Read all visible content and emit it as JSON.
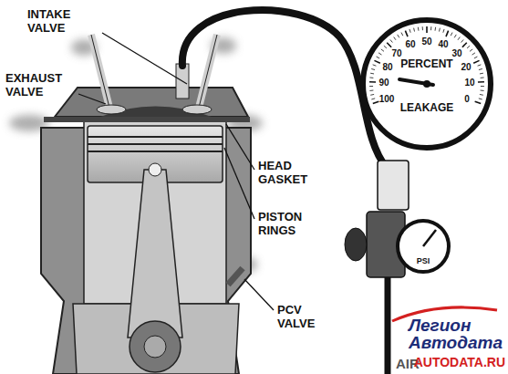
{
  "diagram": {
    "labels": [
      "INTAKE VALVE",
      "EXHAUST VALVE",
      "HEAD GASKET",
      "PISTON RINGS",
      "PCV VALVE",
      "PERCENT",
      "LEAKAGE",
      "100",
      "90",
      "80",
      "70",
      "60",
      "50",
      "40",
      "30",
      "20",
      "10",
      "0",
      "PSI",
      "AIR",
      "Легион",
      "Автодата",
      "AUTODATA.RU"
    ]
  }
}
